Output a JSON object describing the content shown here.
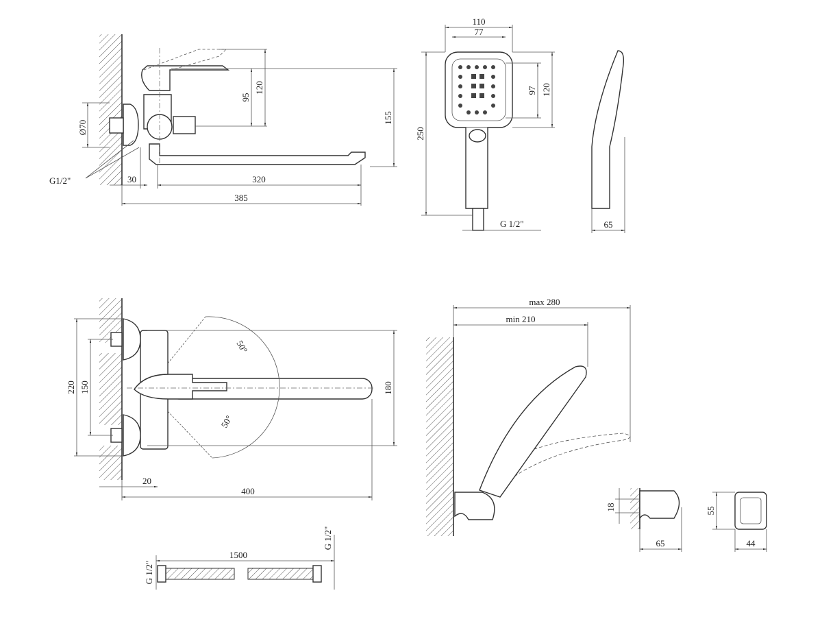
{
  "mixer_side": {
    "d70": "Ø70",
    "h95": "95",
    "h120": "120",
    "h155": "155",
    "thread": "G1/2\"",
    "w30": "30",
    "w320": "320",
    "w385": "385"
  },
  "shower_head": {
    "w110": "110",
    "w77": "77",
    "h97": "97",
    "h120": "120",
    "h250": "250",
    "thread": "G 1/2\"",
    "depth65": "65"
  },
  "mixer_top": {
    "h220": "220",
    "h150": "150",
    "h180": "180",
    "angle_top": "50°",
    "angle_bottom": "50°",
    "w20": "20",
    "w400": "400"
  },
  "wall_shower": {
    "max": "max 280",
    "min": "min 210"
  },
  "holder_side": {
    "h18": "18",
    "w65": "65"
  },
  "holder_front": {
    "h55": "55",
    "w44": "44"
  },
  "hose": {
    "length": "1500",
    "thread_left": "G 1/2\"",
    "thread_right": "G 1/2\""
  }
}
